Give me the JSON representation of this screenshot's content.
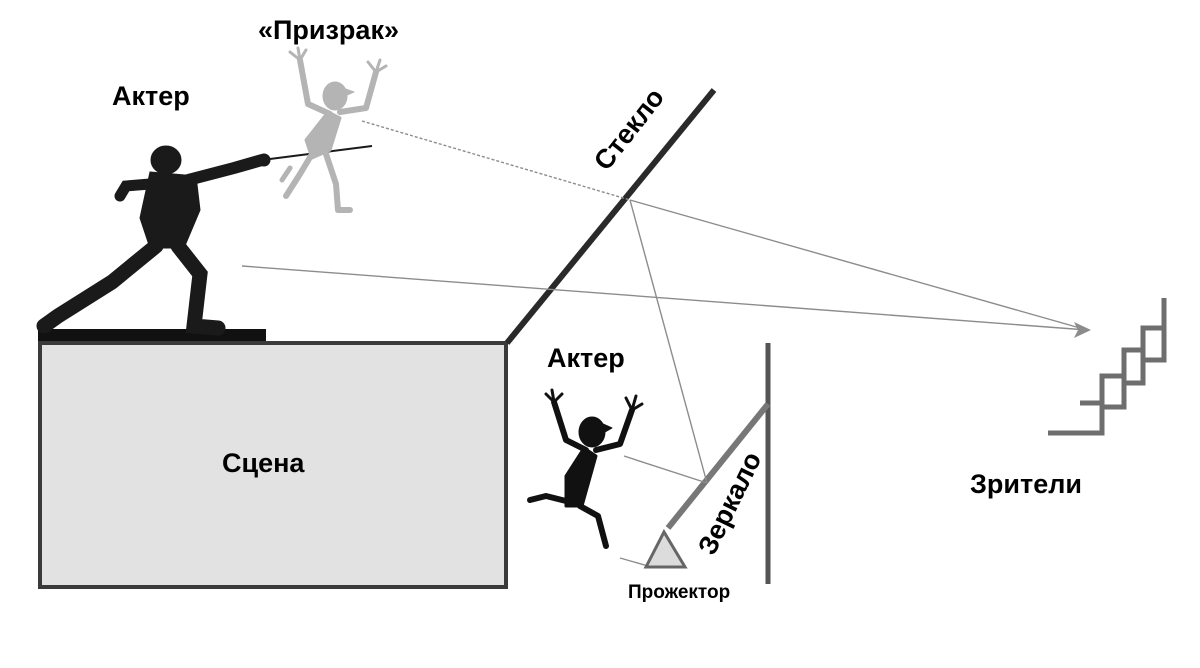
{
  "labels": {
    "ghost": "«Призрак»",
    "actor_top": "Актер",
    "actor_bottom": "Актер",
    "glass": "Стекло",
    "stage": "Сцена",
    "mirror": "Зеркало",
    "projector": "Прожектор",
    "audience": "Зрители"
  },
  "colors": {
    "stage_fill": "#e2e2e2",
    "stroke_dark": "#3a3a3a",
    "ray": "#8c8c8c",
    "ghost": "#b4b4b4",
    "stairs": "#6e6e6e"
  },
  "icons": [
    "fencer-figure",
    "ghost-figure",
    "actor-figure",
    "projector-triangle",
    "audience-stairs"
  ]
}
